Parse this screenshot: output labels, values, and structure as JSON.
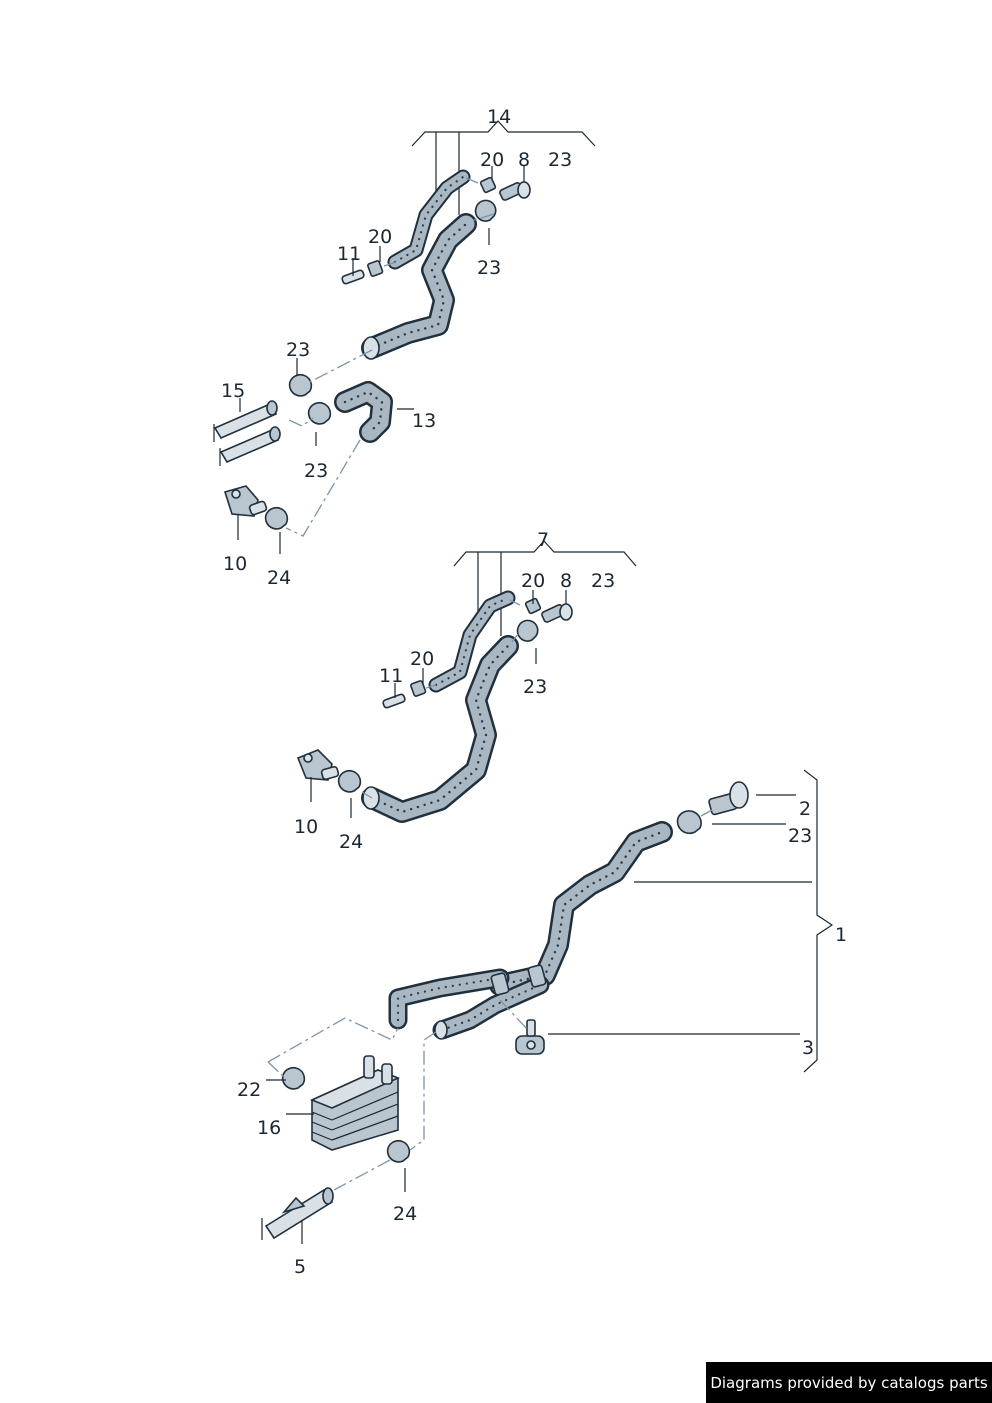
{
  "credit": "Diagrams provided by catalogs parts",
  "colors": {
    "outline": "#20303d",
    "hose_fill": "#a9b7c3",
    "dash_line": "#7d95ab",
    "credit_bg": "#000000"
  },
  "callouts": {
    "c14": "14",
    "c20a": "20",
    "c8a": "8",
    "c23a": "23",
    "c23b": "23",
    "c11a": "11",
    "c20b": "20",
    "c23c": "23",
    "c15": "15",
    "c13": "13",
    "c23d": "23",
    "c10a": "10",
    "c24a": "24",
    "c7": "7",
    "c20c": "20",
    "c8b": "8",
    "c23e": "23",
    "c20d": "20",
    "c11b": "11",
    "c23f": "23",
    "c10b": "10",
    "c24b": "24",
    "c2": "2",
    "c23g": "23",
    "c1": "1",
    "c3": "3",
    "c22": "22",
    "c16": "16",
    "c24c": "24",
    "c5": "5"
  }
}
